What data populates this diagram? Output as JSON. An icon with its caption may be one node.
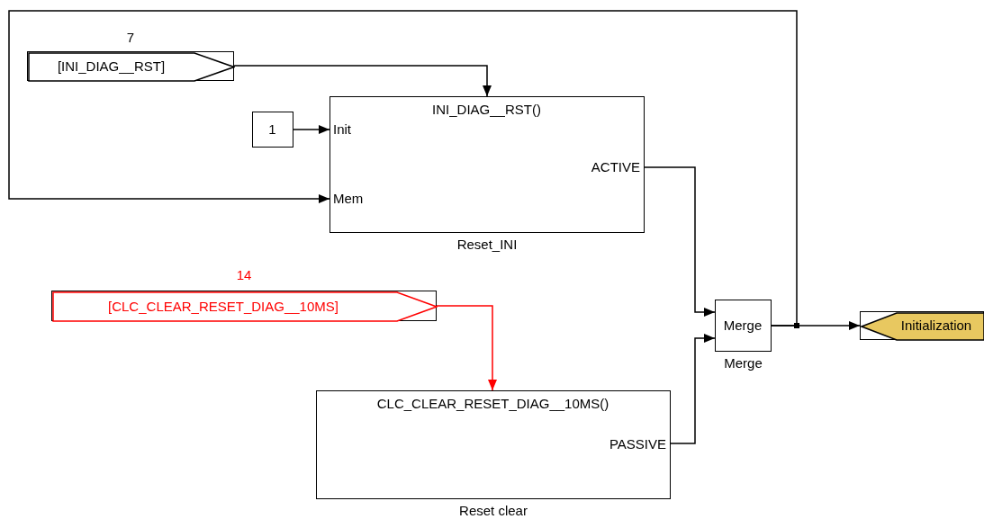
{
  "diagram": {
    "nodes": [
      {
        "text": [
          "[INI_DIAG__RST]"
        ],
        "beside": [
          "7"
        ]
      },
      {
        "text": [
          "1"
        ]
      },
      {
        "text": [
          "INI_DIAG__RST()",
          "Init",
          "Mem",
          "ACTIVE"
        ],
        "beside": [
          "Reset_INI"
        ]
      },
      {
        "text": [
          "[CLC_CLEAR_RESET_DIAG__10MS]"
        ],
        "beside": [
          "14"
        ]
      },
      {
        "text": [
          "CLC_CLEAR_RESET_DIAG__10MS()",
          "PASSIVE"
        ],
        "beside": [
          "Reset clear"
        ]
      },
      {
        "text": [
          "Merge"
        ],
        "beside": [
          "Merge"
        ]
      },
      {
        "text": [
          "Initialization"
        ]
      }
    ],
    "edges": [
      {
        "from": 0,
        "to": 2,
        "arrow": "to"
      },
      {
        "from": 1,
        "to": 2,
        "arrow": "to"
      },
      {
        "from": 5,
        "to": 2,
        "arrow": "to"
      },
      {
        "from": 2,
        "to": 5,
        "arrow": "to"
      },
      {
        "from": 3,
        "to": 4,
        "arrow": "to",
        "color": "#ff0000"
      },
      {
        "from": 4,
        "to": 5,
        "arrow": "to"
      },
      {
        "from": 5,
        "to": 6,
        "arrow": "to"
      }
    ]
  }
}
